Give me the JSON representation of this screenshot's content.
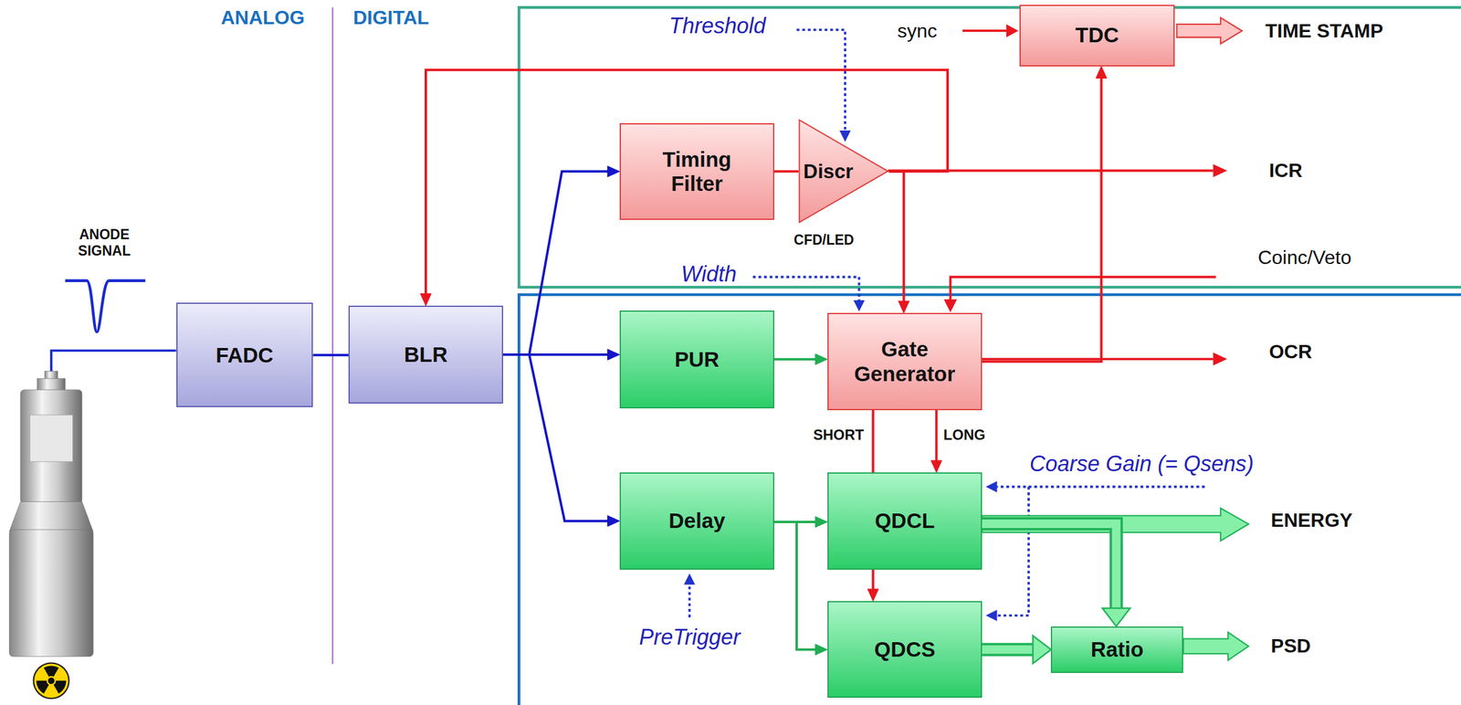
{
  "diagram": {
    "nodes": [
      {
        "text": [
          "FADC"
        ]
      },
      {
        "text": [
          "BLR"
        ]
      },
      {
        "text": [
          "Timing Filter"
        ]
      },
      {
        "text": [
          "Discr",
          "CFD/LED"
        ]
      },
      {
        "text": [
          "TDC"
        ]
      },
      {
        "text": [
          "PUR"
        ]
      },
      {
        "text": [
          "Gate Generator"
        ]
      },
      {
        "text": [
          "Delay"
        ]
      },
      {
        "text": [
          "QDCL"
        ]
      },
      {
        "text": [
          "QDCS"
        ]
      },
      {
        "text": [
          "Ratio"
        ]
      }
    ],
    "edges": [
      {
        "from": 0,
        "to": 1,
        "arrow": "none"
      },
      {
        "from": 1,
        "to": 2,
        "arrow": "to"
      },
      {
        "from": 1,
        "to": 5,
        "arrow": "to"
      },
      {
        "from": 1,
        "to": 7,
        "arrow": "to"
      },
      {
        "from": 2,
        "to": 3,
        "arrow": "none"
      },
      {
        "from": 3,
        "to": 1,
        "arrow": "to"
      },
      {
        "from": 3,
        "to": 6,
        "arrow": "to"
      },
      {
        "from": 5,
        "to": 6,
        "arrow": "to"
      },
      {
        "from": 6,
        "to": 4,
        "arrow": "to"
      },
      {
        "from": 6,
        "to": 8,
        "label": "LONG",
        "arrow": "to"
      },
      {
        "from": 6,
        "to": 8,
        "label": "SHORT",
        "arrow": "none"
      },
      {
        "from": 8,
        "to": 9,
        "arrow": "to"
      },
      {
        "from": 7,
        "to": 8,
        "arrow": "to"
      },
      {
        "from": 7,
        "to": 9,
        "arrow": "to"
      },
      {
        "from": 8,
        "to": 10,
        "arrow": "to"
      },
      {
        "from": 9,
        "to": 10,
        "arrow": "to"
      }
    ],
    "labels": [
      "ANALOG",
      "DIGITAL",
      "Threshold",
      "sync",
      "TIME STAMP",
      "ANODE SIGNAL",
      "ICR",
      "Width",
      "Coinc/Veto",
      "OCR",
      "Coarse Gain (= Qsens)",
      "ENERGY",
      "PreTrigger",
      "PSD"
    ]
  }
}
